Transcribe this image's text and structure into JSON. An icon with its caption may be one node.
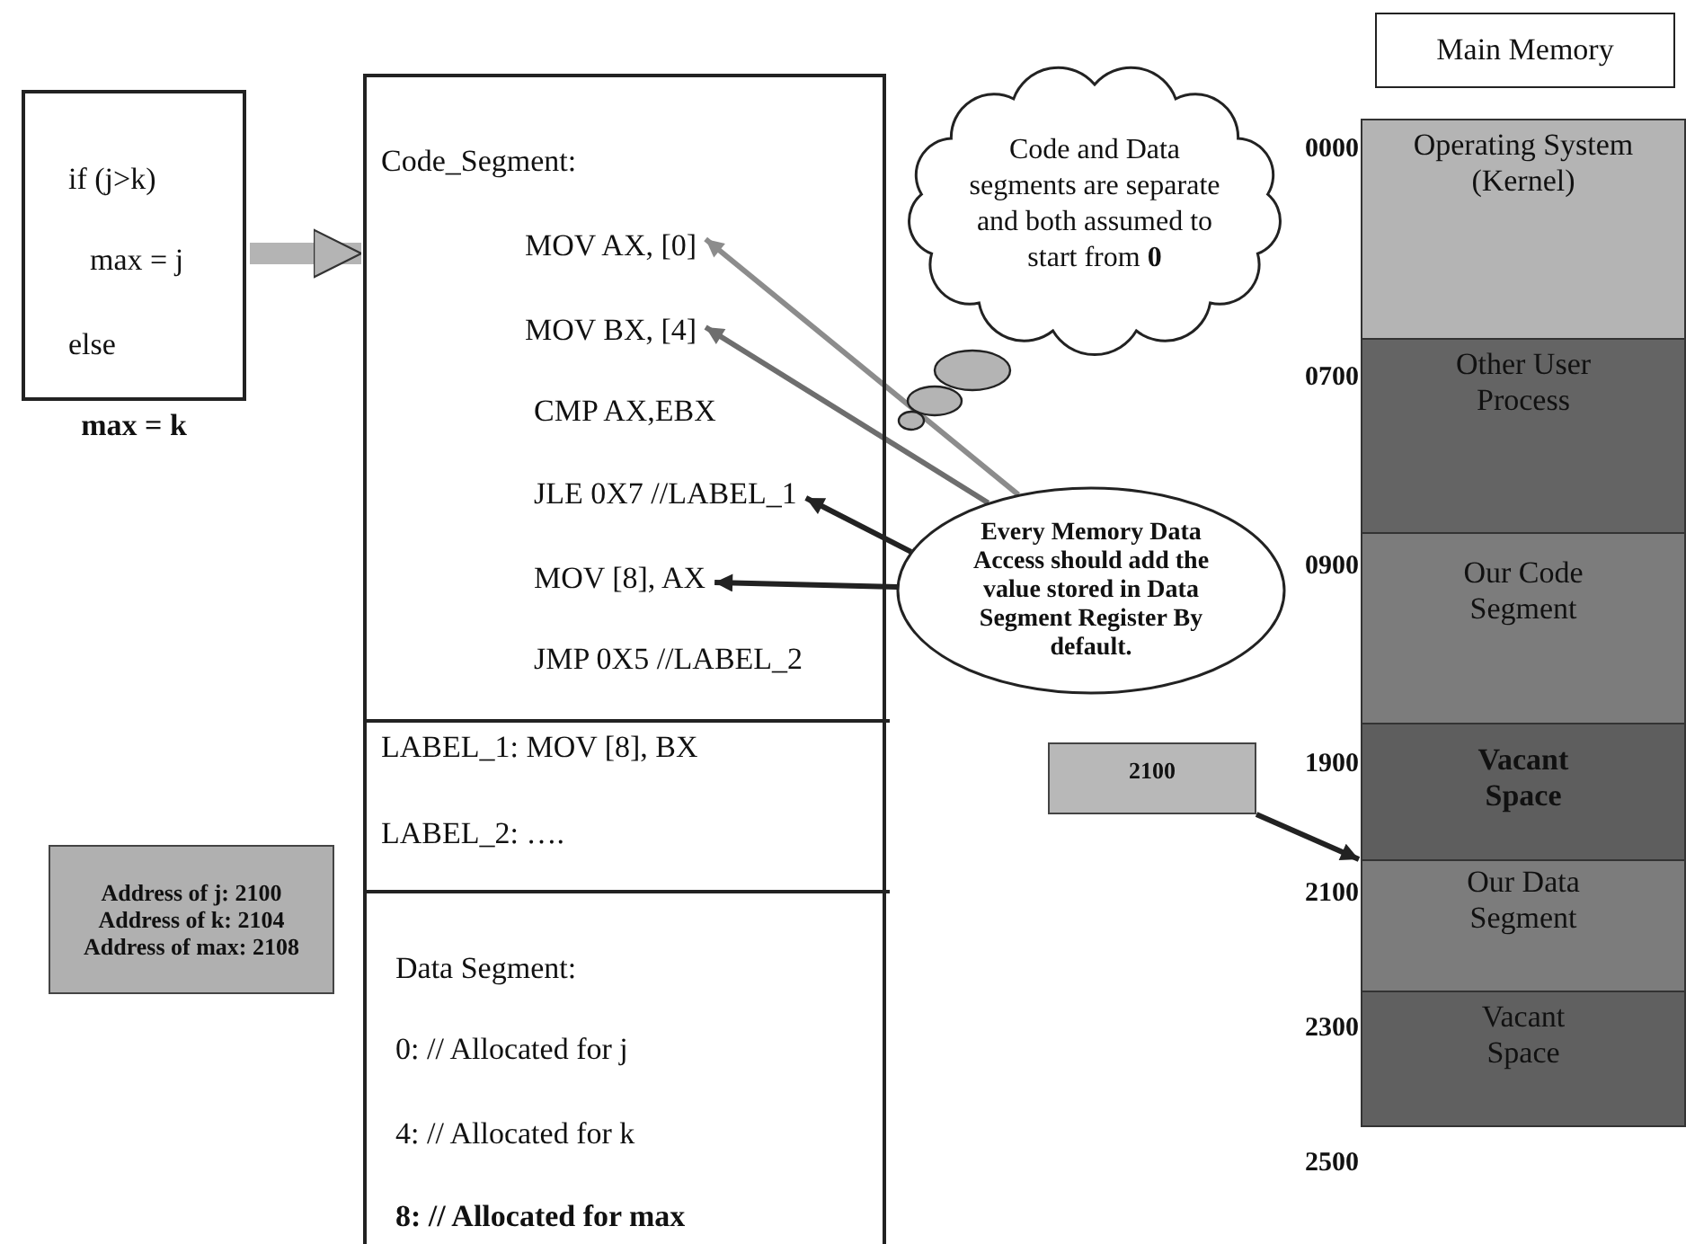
{
  "diagram": {
    "nodes": [
      {
        "text": [
          "if (j>k)",
          "max = j",
          "else"
        ],
        "beside": [
          "max = k"
        ]
      },
      {
        "text": [],
        "shape": "box"
      },
      {
        "text": [
          "Code_Segment:"
        ],
        "in": 1
      },
      {
        "text": [
          "MOV AX, [0]"
        ],
        "in": 2
      },
      {
        "text": [
          "MOV BX, [4]"
        ],
        "in": 2
      },
      {
        "text": [
          "CMP AX,EBX"
        ],
        "in": 2
      },
      {
        "text": [
          "JLE 0X7 //LABEL_1"
        ],
        "in": 2
      },
      {
        "text": [
          "MOV [8], AX"
        ],
        "in": 2
      },
      {
        "text": [
          "JMP 0X5 //LABEL_2"
        ],
        "in": 2
      },
      {
        "text": [
          "LABEL_1: MOV [8], BX",
          "LABEL_2: …."
        ],
        "in": 1
      },
      {
        "text": [
          "Data Segment:",
          "0: // Allocated for j",
          "4: // Allocated for k",
          "8: // Allocated for max"
        ],
        "in": 1
      },
      {
        "text": [
          "Code and Data segments are separate and both assumed to start from **0**"
        ]
      },
      {
        "text": [
          "Every Memory Data Access should add the value stored in Data Segment Register By default."
        ]
      },
      {
        "text": [
          "Address of j: 2100",
          "Address of k: 2104",
          "Address of max: 2108"
        ]
      },
      {
        "text": [
          "Main Memory"
        ]
      },
      {
        "text": [
          "Operating System (Kernel)"
        ]
      },
      {
        "text": [
          "Other User Process"
        ]
      },
      {
        "text": [
          "Our Code Segment"
        ]
      },
      {
        "text": [
          "Vacant Space"
        ]
      },
      {
        "text": [
          "Our Data Segment"
        ]
      },
      {
        "text": [
          "Vacant Space"
        ]
      },
      {
        "text": [
          "2100"
        ]
      }
    ],
    "edges": [
      {
        "from": 0,
        "to": 1,
        "arrow": "to",
        "style": "thick",
        "color": "#b4b4b4"
      },
      {
        "from": 12,
        "to": 3,
        "arrow": "to",
        "color": "#8c8c8c"
      },
      {
        "from": 12,
        "to": 4,
        "arrow": "to",
        "color": "#6e6e6e"
      },
      {
        "from": 12,
        "to": 6,
        "arrow": "to"
      },
      {
        "from": 12,
        "to": 7,
        "arrow": "to"
      },
      {
        "from": 21,
        "to": 19,
        "arrow": "to"
      }
    ],
    "labels": [
      "0000",
      "0700",
      "0900",
      "1900",
      "2100",
      "2300",
      "2500"
    ]
  }
}
